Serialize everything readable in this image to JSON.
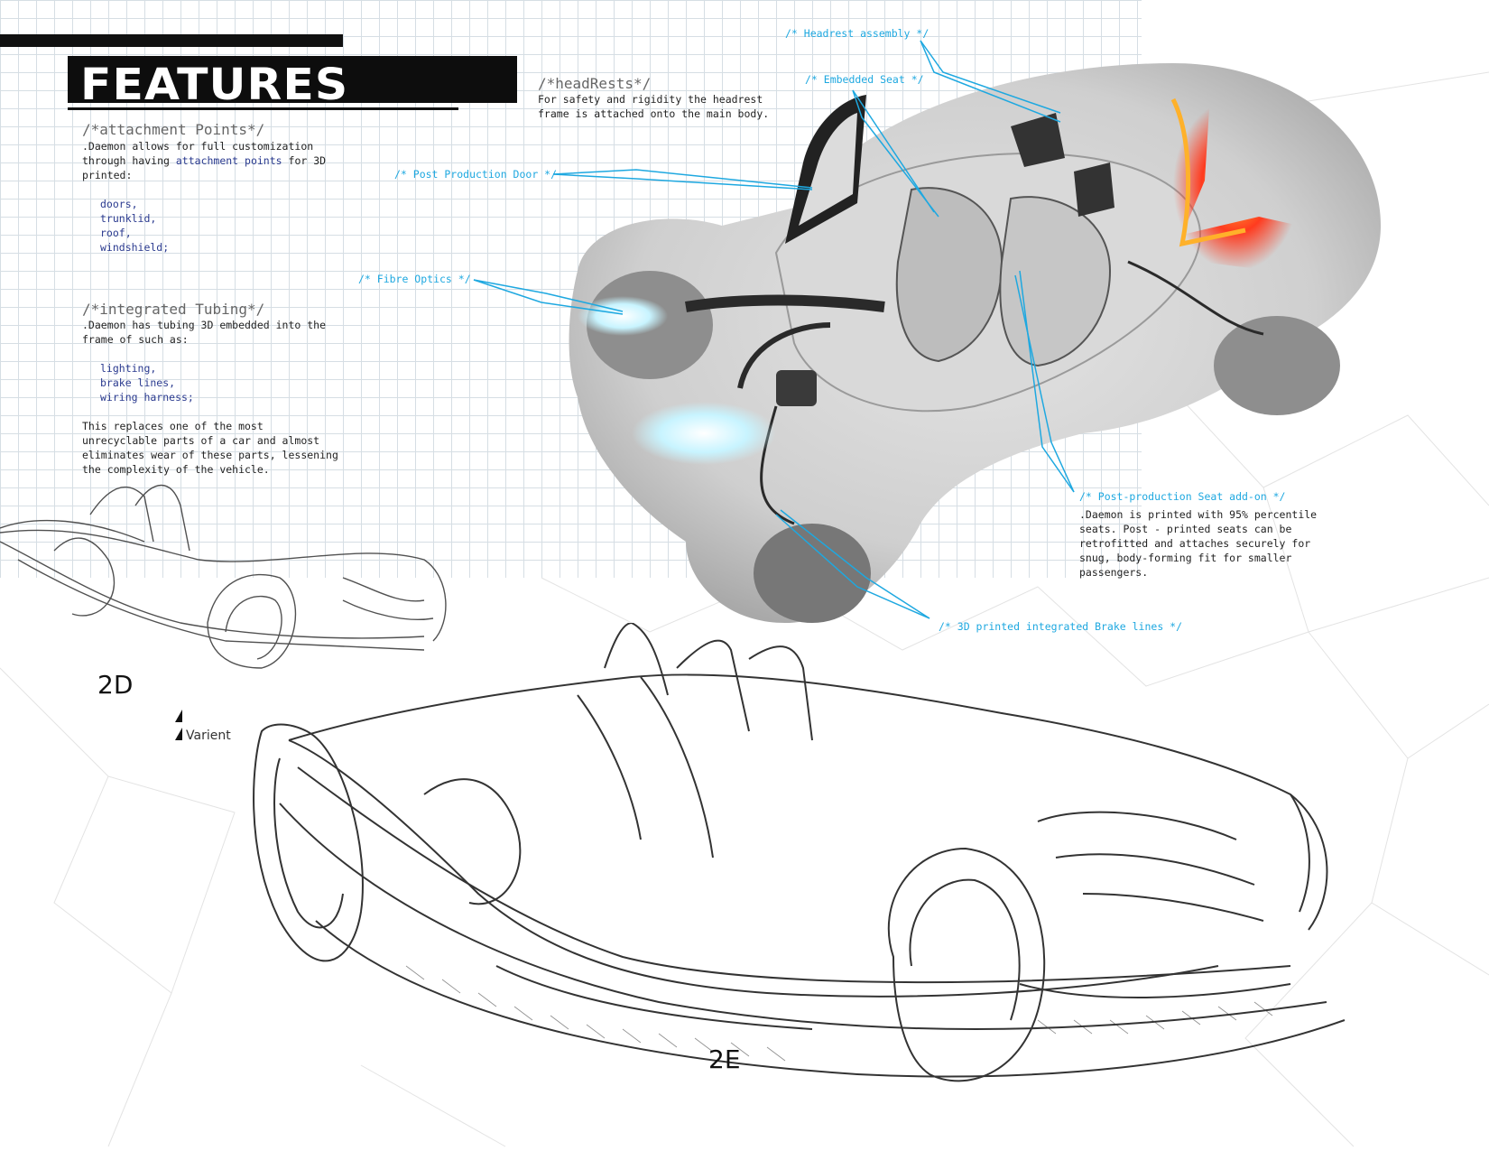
{
  "header": {
    "title": "FEATURES"
  },
  "attachment": {
    "heading": "/*attachment Points*/",
    "line1": ".Daemon allows for full customization",
    "line2_prefix": "through having",
    "line2_kw": "attachment points",
    "line2_suffix": "for 3D",
    "line3": "printed:",
    "items": [
      "doors,",
      "trunklid,",
      "roof,",
      "windshield;"
    ]
  },
  "tubing": {
    "heading": "/*integrated Tubing*/",
    "line1": ".Daemon has tubing 3D embedded into the",
    "line2": "frame of such as:",
    "items": [
      "lighting,",
      "brake lines,",
      "wiring harness;"
    ],
    "para": [
      "This replaces one of the most",
      "unrecyclable parts of a car and almost",
      "eliminates wear of these parts, lessening",
      "the complexity of the vehicle."
    ]
  },
  "headrests": {
    "heading": "/*headRests*/",
    "lines": [
      "For safety and rigidity the headrest",
      "frame is attached onto the main body."
    ]
  },
  "callouts": {
    "headrest_assembly": "/* Headrest assembly */",
    "embedded_seat": "/* Embedded Seat */",
    "post_production_door": "/* Post Production Door */",
    "fibre_optics": "/* Fibre Optics */",
    "seat_addon": "/* Post-production Seat add-on */",
    "brake_lines": "/* 3D printed integrated Brake lines */"
  },
  "seat_addon_text": [
    ".Daemon is printed with 95% percentile",
    "seats.  Post - printed seats can be",
    "retrofitted and attaches securely for",
    "snug, body-forming fit for smaller",
    "passengers."
  ],
  "sketch_labels": {
    "small": "2D",
    "large": "2E",
    "variant": "Varient"
  },
  "colors": {
    "accent": "#1ea8e0",
    "keyword": "#2a3a8f",
    "glow": "#ff3b1f"
  }
}
